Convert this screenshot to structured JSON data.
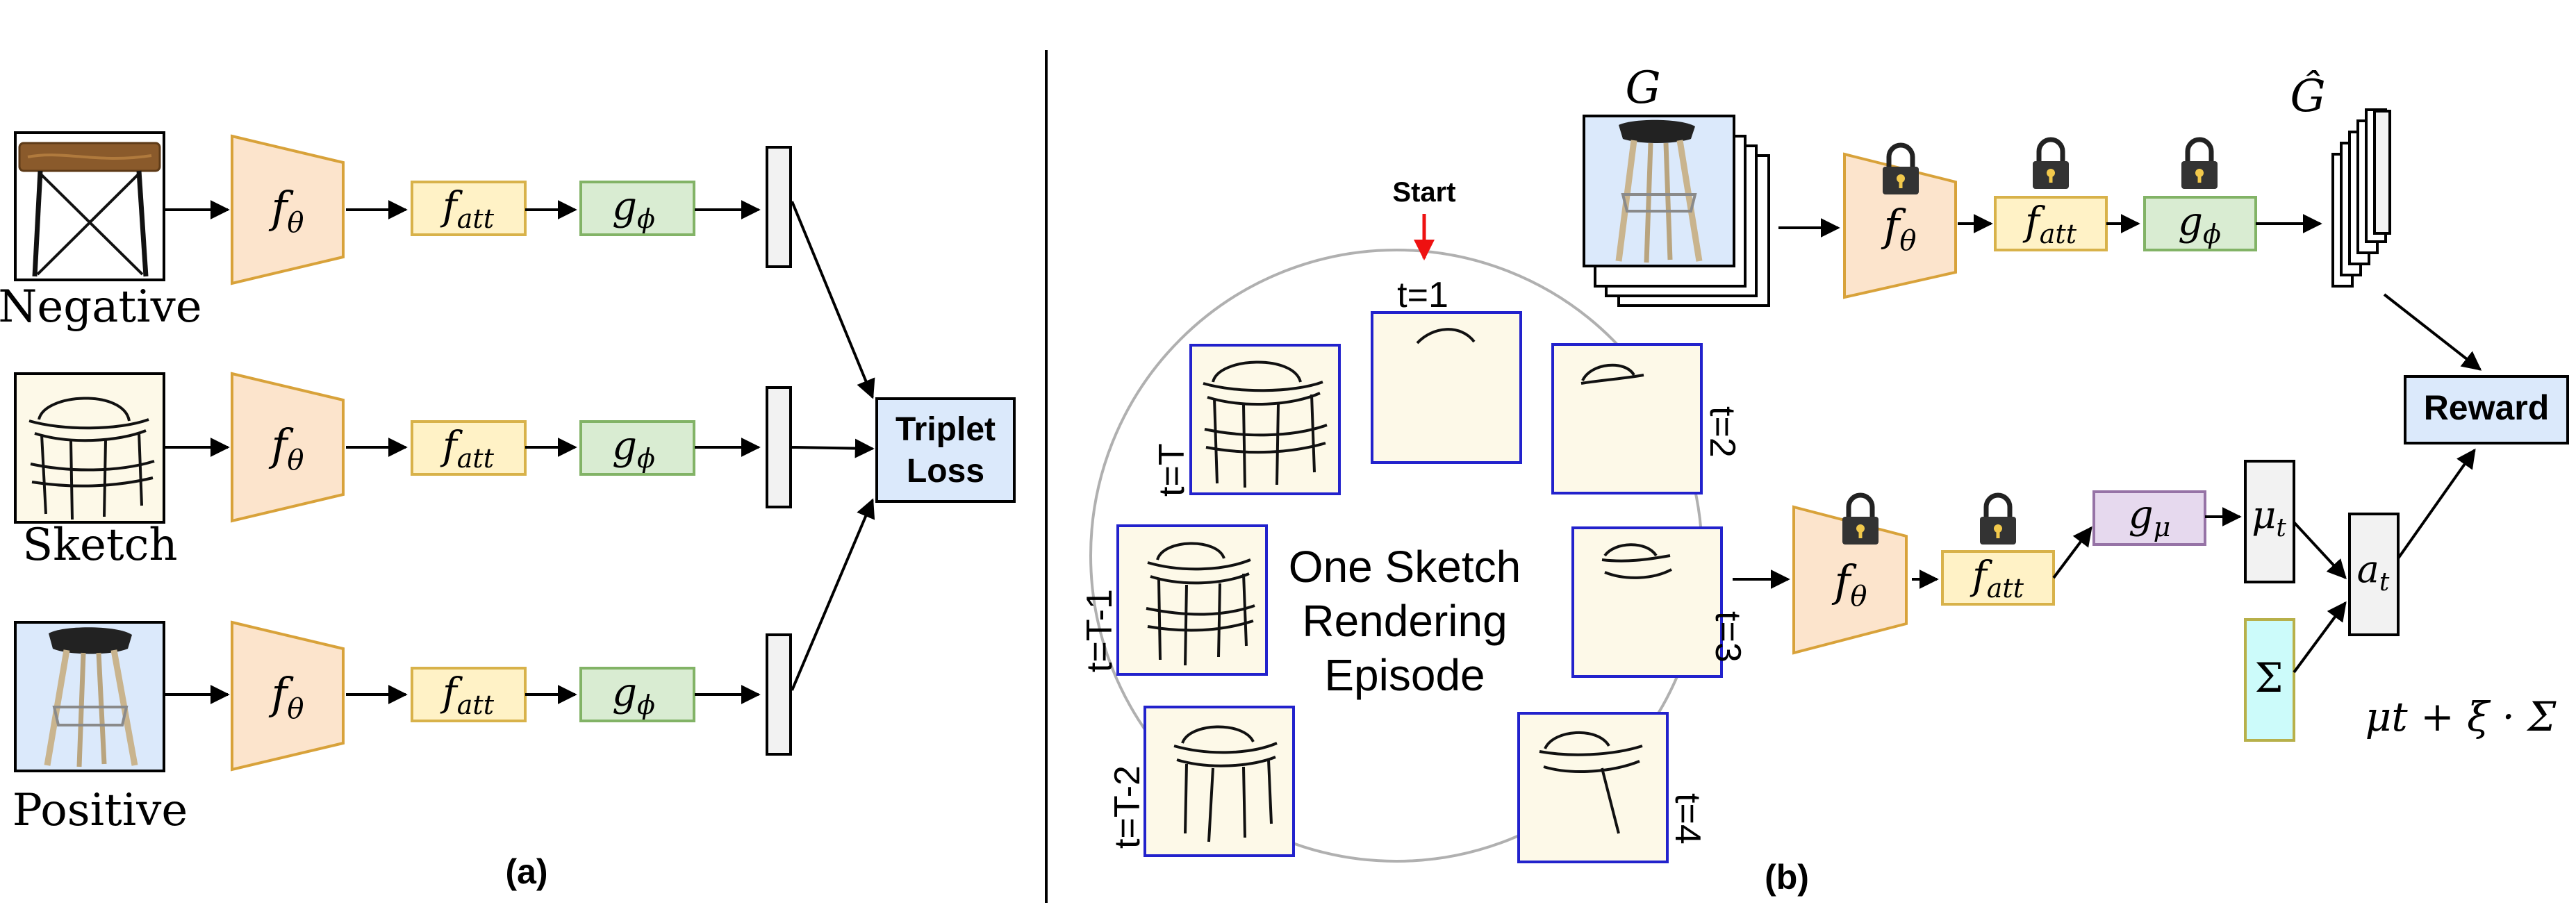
{
  "panel_a": {
    "caption": "(a)",
    "rows": [
      {
        "label": "Negative",
        "image": "table-photo"
      },
      {
        "label": "Sketch",
        "image": "chair-sketch"
      },
      {
        "label": "Positive",
        "image": "stool-photo"
      }
    ],
    "encoder": {
      "base": "f",
      "sub": "θ"
    },
    "attention": {
      "base": "f",
      "sub": "att"
    },
    "projection": {
      "base": "g",
      "sub": "ϕ"
    },
    "loss_line1": "Triplet",
    "loss_line2": "Loss"
  },
  "panel_b": {
    "caption": "(b)",
    "gallery_label": "G",
    "gallery_hat_label": "Ĝ",
    "start_label": "Start",
    "episode_line1": "One Sketch",
    "episode_line2": "Rendering",
    "episode_line3": "Episode",
    "steps": [
      "t=1",
      "t=2",
      "t=3",
      "t=4",
      "t=T-2",
      "t=T-1",
      "t=T"
    ],
    "encoder": {
      "base": "f",
      "sub": "θ"
    },
    "attention": {
      "base": "f",
      "sub": "att"
    },
    "projection": {
      "base": "g",
      "sub": "ϕ"
    },
    "policy": {
      "base": "g",
      "sub": "μ"
    },
    "mu": {
      "base": "μ",
      "sub": "t"
    },
    "action": {
      "base": "a",
      "sub": "t"
    },
    "sigma": "Σ",
    "action_formula": "μt + ξ · Σ",
    "reward_label": "Reward"
  },
  "colors": {
    "encoder_fill": "#fce4cc",
    "encoder_stroke": "#d8a23a",
    "attention_fill": "#fff2c6",
    "attention_stroke": "#d8b24a",
    "projection_fill": "#d9ecd2",
    "projection_stroke": "#82b366",
    "policy_fill": "#e6d9ee",
    "policy_stroke": "#9673a6",
    "loss_fill": "#dbe9fb",
    "reward_fill": "#dbe9fb",
    "sigma_fill": "#ccfbfa",
    "sigma_stroke": "#b7b04a",
    "sketch_frame": "#2222cc",
    "sketch_paper": "#fdf9e8",
    "start_arrow": "#ee1111",
    "embedding_fill": "#f2f2f2"
  }
}
